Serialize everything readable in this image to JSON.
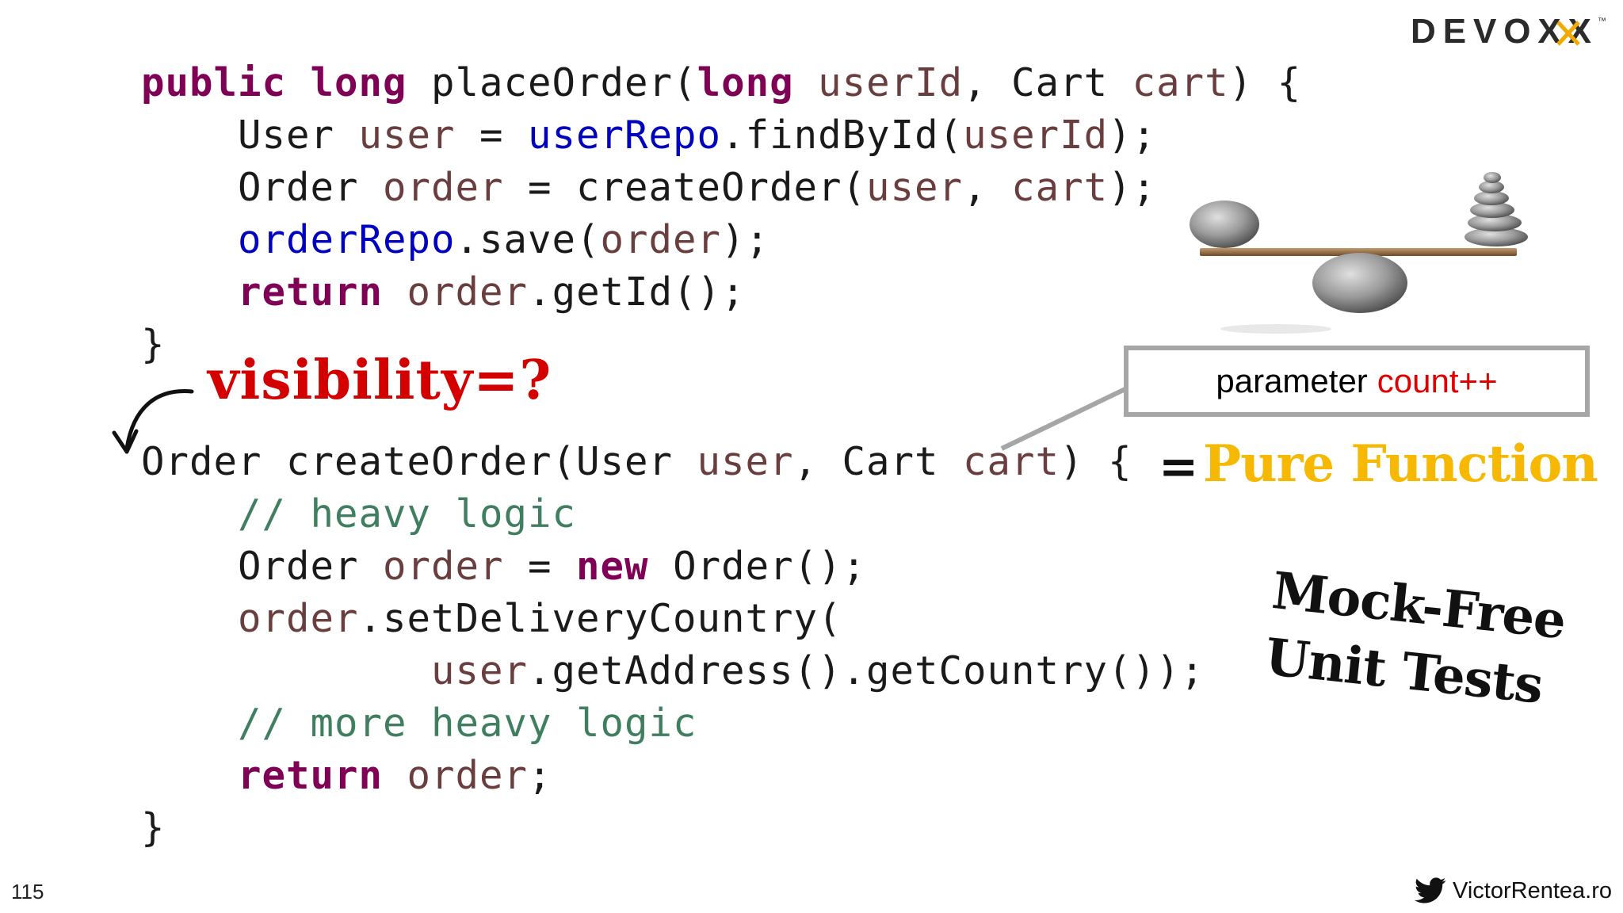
{
  "logo": {
    "text": "DEVOXX",
    "trademark": "™",
    "accent": "#f2a900"
  },
  "code_top": [
    [
      [
        "kw",
        "public"
      ],
      [
        "pl",
        " "
      ],
      [
        "kw",
        "long"
      ],
      [
        "pl",
        " placeOrder("
      ],
      [
        "kw",
        "long"
      ],
      [
        "pl",
        " "
      ],
      [
        "var",
        "userId"
      ],
      [
        "pl",
        ", Cart "
      ],
      [
        "var",
        "cart"
      ],
      [
        "pl",
        ") {"
      ]
    ],
    [
      [
        "pl",
        "    User "
      ],
      [
        "var",
        "user"
      ],
      [
        "pl",
        " = "
      ],
      [
        "fld",
        "userRepo"
      ],
      [
        "pl",
        ".findById("
      ],
      [
        "var",
        "userId"
      ],
      [
        "pl",
        ");"
      ]
    ],
    [
      [
        "pl",
        "    Order "
      ],
      [
        "var",
        "order"
      ],
      [
        "pl",
        " = createOrder("
      ],
      [
        "var",
        "user"
      ],
      [
        "pl",
        ", "
      ],
      [
        "var",
        "cart"
      ],
      [
        "pl",
        ");"
      ]
    ],
    [
      [
        "pl",
        "    "
      ],
      [
        "fld",
        "orderRepo"
      ],
      [
        "pl",
        ".save("
      ],
      [
        "var",
        "order"
      ],
      [
        "pl",
        ");"
      ]
    ],
    [
      [
        "pl",
        "    "
      ],
      [
        "kw",
        "return"
      ],
      [
        "pl",
        " "
      ],
      [
        "var",
        "order"
      ],
      [
        "pl",
        ".getId();"
      ]
    ],
    [
      [
        "pl",
        "}"
      ]
    ]
  ],
  "code_bottom": [
    [
      [
        "pl",
        "Order createOrder(User "
      ],
      [
        "var",
        "user"
      ],
      [
        "pl",
        ", Cart "
      ],
      [
        "var",
        "cart"
      ],
      [
        "pl",
        ") {"
      ]
    ],
    [
      [
        "pl",
        "    "
      ],
      [
        "cmt",
        "// heavy logic"
      ]
    ],
    [
      [
        "pl",
        "    Order "
      ],
      [
        "var",
        "order"
      ],
      [
        "pl",
        " = "
      ],
      [
        "kw",
        "new"
      ],
      [
        "pl",
        " Order();"
      ]
    ],
    [
      [
        "pl",
        "    "
      ],
      [
        "var",
        "order"
      ],
      [
        "pl",
        ".setDeliveryCountry("
      ]
    ],
    [
      [
        "pl",
        "            "
      ],
      [
        "var",
        "user"
      ],
      [
        "pl",
        ".getAddress().getCountry());"
      ]
    ],
    [
      [
        "pl",
        "    "
      ],
      [
        "cmt",
        "// more heavy logic"
      ]
    ],
    [
      [
        "pl",
        "    "
      ],
      [
        "kw",
        "return"
      ],
      [
        "pl",
        " "
      ],
      [
        "var",
        "order"
      ],
      [
        "pl",
        ";"
      ]
    ],
    [
      [
        "pl",
        "}"
      ]
    ]
  ],
  "annotations": {
    "visibility": "visibility=?",
    "param_box_prefix": "parameter",
    "param_box_highlight": "count++",
    "pure_equals": "=",
    "pure_function": "Pure Function",
    "mock_free_line1": "Mock-Free",
    "mock_free_line2": "Unit Tests"
  },
  "footer": {
    "page_number": "115",
    "twitter_handle": "VictorRentea.ro",
    "twitter_icon": "twitter-bird-icon"
  },
  "colors": {
    "keyword": "#7f0055",
    "variable": "#6a3e3e",
    "field": "#0000c0",
    "comment": "#3f7f5f",
    "visibility": "#d40000",
    "pure_function": "#f6b800",
    "box_border": "#a6a6a6"
  }
}
